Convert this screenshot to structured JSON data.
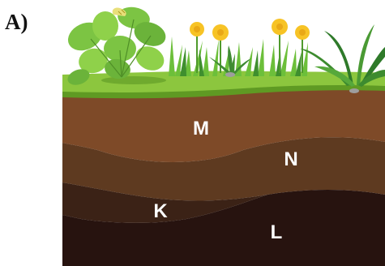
{
  "panel_label": "A)",
  "layers": [
    {
      "label": "M",
      "color": "#7e4a28"
    },
    {
      "label": "N",
      "color": "#5e3a20"
    },
    {
      "label": "K",
      "color": "#3b2216"
    },
    {
      "label": "L",
      "color": "#27130f"
    }
  ],
  "colors": {
    "grass_top": "#8cc63e",
    "grass_edge": "#5f9a23",
    "leaf_light": "#8fd14a",
    "leaf_dark": "#2f7a2a",
    "dandelion": "#f7c325"
  }
}
